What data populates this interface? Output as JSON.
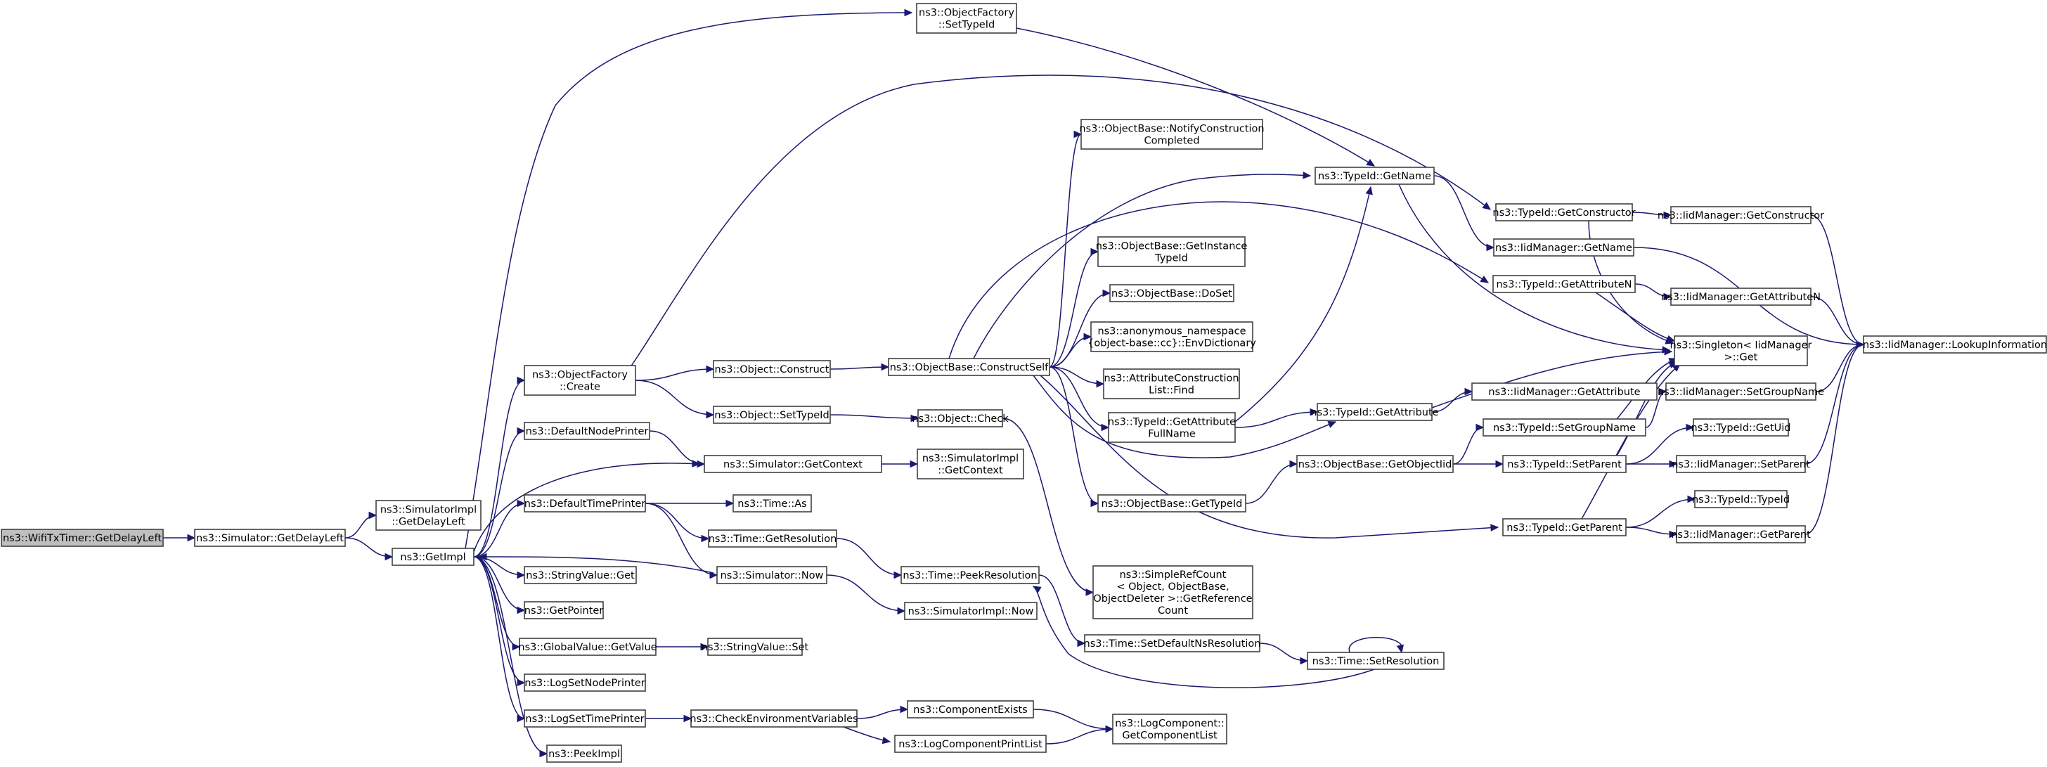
{
  "colors": {
    "edge": "#191970",
    "node_border": "#404040",
    "root_fill": "#bfbfbf",
    "node_fill": "#ffffff"
  },
  "nodes": [
    {
      "id": "n0",
      "lines": [
        "ns3::WifiTxTimer::GetDelayLeft"
      ],
      "root": true
    },
    {
      "id": "n1",
      "lines": [
        "ns3::Simulator::GetDelayLeft"
      ]
    },
    {
      "id": "n2",
      "lines": [
        "ns3::SimulatorImpl",
        "::GetDelayLeft"
      ]
    },
    {
      "id": "n3",
      "lines": [
        "ns3::GetImpl"
      ]
    },
    {
      "id": "n4",
      "lines": [
        "ns3::ObjectFactory",
        "::SetTypeId"
      ]
    },
    {
      "id": "n5",
      "lines": [
        "ns3::ObjectFactory",
        "::Create"
      ]
    },
    {
      "id": "n6",
      "lines": [
        "ns3::DefaultNodePrinter"
      ]
    },
    {
      "id": "n7",
      "lines": [
        "ns3::DefaultTimePrinter"
      ]
    },
    {
      "id": "n8",
      "lines": [
        "ns3::StringValue::Get"
      ]
    },
    {
      "id": "n9",
      "lines": [
        "ns3::GetPointer"
      ]
    },
    {
      "id": "n10",
      "lines": [
        "ns3::GlobalValue::GetValue"
      ]
    },
    {
      "id": "n11",
      "lines": [
        "ns3::LogSetNodePrinter"
      ]
    },
    {
      "id": "n12",
      "lines": [
        "ns3::LogSetTimePrinter"
      ]
    },
    {
      "id": "n13",
      "lines": [
        "ns3::PeekImpl"
      ]
    },
    {
      "id": "n14",
      "lines": [
        "ns3::Object::Construct"
      ]
    },
    {
      "id": "n15",
      "lines": [
        "ns3::Object::SetTypeId"
      ]
    },
    {
      "id": "n16",
      "lines": [
        "ns3::Simulator::GetContext"
      ]
    },
    {
      "id": "n17",
      "lines": [
        "ns3::Time::As"
      ]
    },
    {
      "id": "n18",
      "lines": [
        "ns3::Time::GetResolution"
      ]
    },
    {
      "id": "n19",
      "lines": [
        "ns3::Simulator::Now"
      ]
    },
    {
      "id": "n20",
      "lines": [
        "ns3::StringValue::Set"
      ]
    },
    {
      "id": "n21",
      "lines": [
        "ns3::CheckEnvironmentVariables"
      ]
    },
    {
      "id": "n22",
      "lines": [
        "ns3::ObjectBase::ConstructSelf"
      ]
    },
    {
      "id": "n23",
      "lines": [
        "ns3::Object::Check"
      ]
    },
    {
      "id": "n24",
      "lines": [
        "ns3::SimulatorImpl",
        "::GetContext"
      ]
    },
    {
      "id": "n25",
      "lines": [
        "ns3::Time::PeekResolution"
      ]
    },
    {
      "id": "n26",
      "lines": [
        "ns3::SimulatorImpl::Now"
      ]
    },
    {
      "id": "n27",
      "lines": [
        "ns3::ComponentExists"
      ]
    },
    {
      "id": "n28",
      "lines": [
        "ns3::LogComponentPrintList"
      ]
    },
    {
      "id": "n29",
      "lines": [
        "ns3::ObjectBase::NotifyConstruction",
        "Completed"
      ]
    },
    {
      "id": "n30",
      "lines": [
        "ns3::ObjectBase::GetInstance",
        "TypeId"
      ]
    },
    {
      "id": "n31",
      "lines": [
        "ns3::ObjectBase::DoSet"
      ]
    },
    {
      "id": "n32",
      "lines": [
        "ns3::anonymous_namespace",
        "{object-base::cc}::EnvDictionary"
      ]
    },
    {
      "id": "n33",
      "lines": [
        "ns3::AttributeConstruction",
        "List::Find"
      ]
    },
    {
      "id": "n34",
      "lines": [
        "ns3::TypeId::GetAttribute",
        "FullName"
      ]
    },
    {
      "id": "n35",
      "lines": [
        "ns3::ObjectBase::GetTypeId"
      ]
    },
    {
      "id": "n36",
      "lines": [
        "ns3::SimpleRefCount",
        "< Object, ObjectBase,",
        "ObjectDeleter >::GetReference",
        "Count"
      ]
    },
    {
      "id": "n37",
      "lines": [
        "ns3::Time::SetDefaultNsResolution"
      ]
    },
    {
      "id": "n38",
      "lines": [
        "ns3::LogComponent::",
        "GetComponentList"
      ]
    },
    {
      "id": "n39",
      "lines": [
        "ns3::TypeId::GetName"
      ]
    },
    {
      "id": "n40",
      "lines": [
        "ns3::TypeId::GetAttribute"
      ]
    },
    {
      "id": "n41",
      "lines": [
        "ns3::ObjectBase::GetObjectIid"
      ]
    },
    {
      "id": "n42",
      "lines": [
        "ns3::Time::SetResolution"
      ]
    },
    {
      "id": "n43",
      "lines": [
        "ns3::TypeId::GetConstructor"
      ]
    },
    {
      "id": "n44",
      "lines": [
        "ns3::IidManager::GetName"
      ]
    },
    {
      "id": "n45",
      "lines": [
        "ns3::TypeId::GetAttributeN"
      ]
    },
    {
      "id": "n46",
      "lines": [
        "ns3::Singleton< IidManager",
        ">::Get"
      ]
    },
    {
      "id": "n47",
      "lines": [
        "ns3::IidManager::GetAttribute"
      ]
    },
    {
      "id": "n48",
      "lines": [
        "ns3::TypeId::SetGroupName"
      ]
    },
    {
      "id": "n49",
      "lines": [
        "ns3::TypeId::SetParent"
      ]
    },
    {
      "id": "n50",
      "lines": [
        "ns3::TypeId::GetParent"
      ]
    },
    {
      "id": "n51",
      "lines": [
        "ns3::IidManager::GetConstructor"
      ]
    },
    {
      "id": "n52",
      "lines": [
        "ns3::IidManager::GetAttributeN"
      ]
    },
    {
      "id": "n53",
      "lines": [
        "ns3::IidManager::SetGroupName"
      ]
    },
    {
      "id": "n54",
      "lines": [
        "ns3::TypeId::GetUid"
      ]
    },
    {
      "id": "n55",
      "lines": [
        "ns3::IidManager::SetParent"
      ]
    },
    {
      "id": "n56",
      "lines": [
        "ns3::TypeId::TypeId"
      ]
    },
    {
      "id": "n57",
      "lines": [
        "ns3::IidManager::GetParent"
      ]
    },
    {
      "id": "n58",
      "lines": [
        "ns3::IidManager::LookupInformation"
      ]
    }
  ],
  "edges": [
    [
      "n0",
      "n1"
    ],
    [
      "n1",
      "n2"
    ],
    [
      "n1",
      "n3"
    ],
    [
      "n3",
      "n4"
    ],
    [
      "n3",
      "n5"
    ],
    [
      "n3",
      "n6"
    ],
    [
      "n3",
      "n7"
    ],
    [
      "n3",
      "n8"
    ],
    [
      "n3",
      "n9"
    ],
    [
      "n3",
      "n10"
    ],
    [
      "n3",
      "n11"
    ],
    [
      "n3",
      "n12"
    ],
    [
      "n3",
      "n13"
    ],
    [
      "n3",
      "n16"
    ],
    [
      "n4",
      "n39"
    ],
    [
      "n5",
      "n14"
    ],
    [
      "n5",
      "n15"
    ],
    [
      "n5",
      "n43"
    ],
    [
      "n6",
      "n16"
    ],
    [
      "n7",
      "n17"
    ],
    [
      "n7",
      "n18"
    ],
    [
      "n7",
      "n19"
    ],
    [
      "n10",
      "n20"
    ],
    [
      "n12",
      "n21"
    ],
    [
      "n14",
      "n22"
    ],
    [
      "n15",
      "n23"
    ],
    [
      "n16",
      "n24"
    ],
    [
      "n18",
      "n25"
    ],
    [
      "n19",
      "n26"
    ],
    [
      "n19",
      "n3"
    ],
    [
      "n21",
      "n27"
    ],
    [
      "n21",
      "n28"
    ],
    [
      "n22",
      "n29"
    ],
    [
      "n22",
      "n30"
    ],
    [
      "n22",
      "n31"
    ],
    [
      "n22",
      "n32"
    ],
    [
      "n22",
      "n33"
    ],
    [
      "n22",
      "n34"
    ],
    [
      "n22",
      "n35"
    ],
    [
      "n22",
      "n39"
    ],
    [
      "n22",
      "n45"
    ],
    [
      "n22",
      "n40"
    ],
    [
      "n22",
      "n50"
    ],
    [
      "n23",
      "n36"
    ],
    [
      "n25",
      "n37"
    ],
    [
      "n27",
      "n38"
    ],
    [
      "n28",
      "n38"
    ],
    [
      "n34",
      "n39"
    ],
    [
      "n34",
      "n40"
    ],
    [
      "n35",
      "n41"
    ],
    [
      "n37",
      "n42"
    ],
    [
      "n42",
      "n42"
    ],
    [
      "n42",
      "n25"
    ],
    [
      "n39",
      "n44"
    ],
    [
      "n39",
      "n46"
    ],
    [
      "n40",
      "n47"
    ],
    [
      "n40",
      "n46"
    ],
    [
      "n41",
      "n48"
    ],
    [
      "n41",
      "n49"
    ],
    [
      "n43",
      "n51"
    ],
    [
      "n43",
      "n46"
    ],
    [
      "n44",
      "n58"
    ],
    [
      "n45",
      "n52"
    ],
    [
      "n45",
      "n46"
    ],
    [
      "n48",
      "n53"
    ],
    [
      "n48",
      "n46"
    ],
    [
      "n49",
      "n54"
    ],
    [
      "n49",
      "n55"
    ],
    [
      "n49",
      "n46"
    ],
    [
      "n50",
      "n56"
    ],
    [
      "n50",
      "n57"
    ],
    [
      "n50",
      "n46"
    ],
    [
      "n51",
      "n58"
    ],
    [
      "n52",
      "n58"
    ],
    [
      "n53",
      "n58"
    ],
    [
      "n55",
      "n58"
    ],
    [
      "n57",
      "n58"
    ]
  ]
}
